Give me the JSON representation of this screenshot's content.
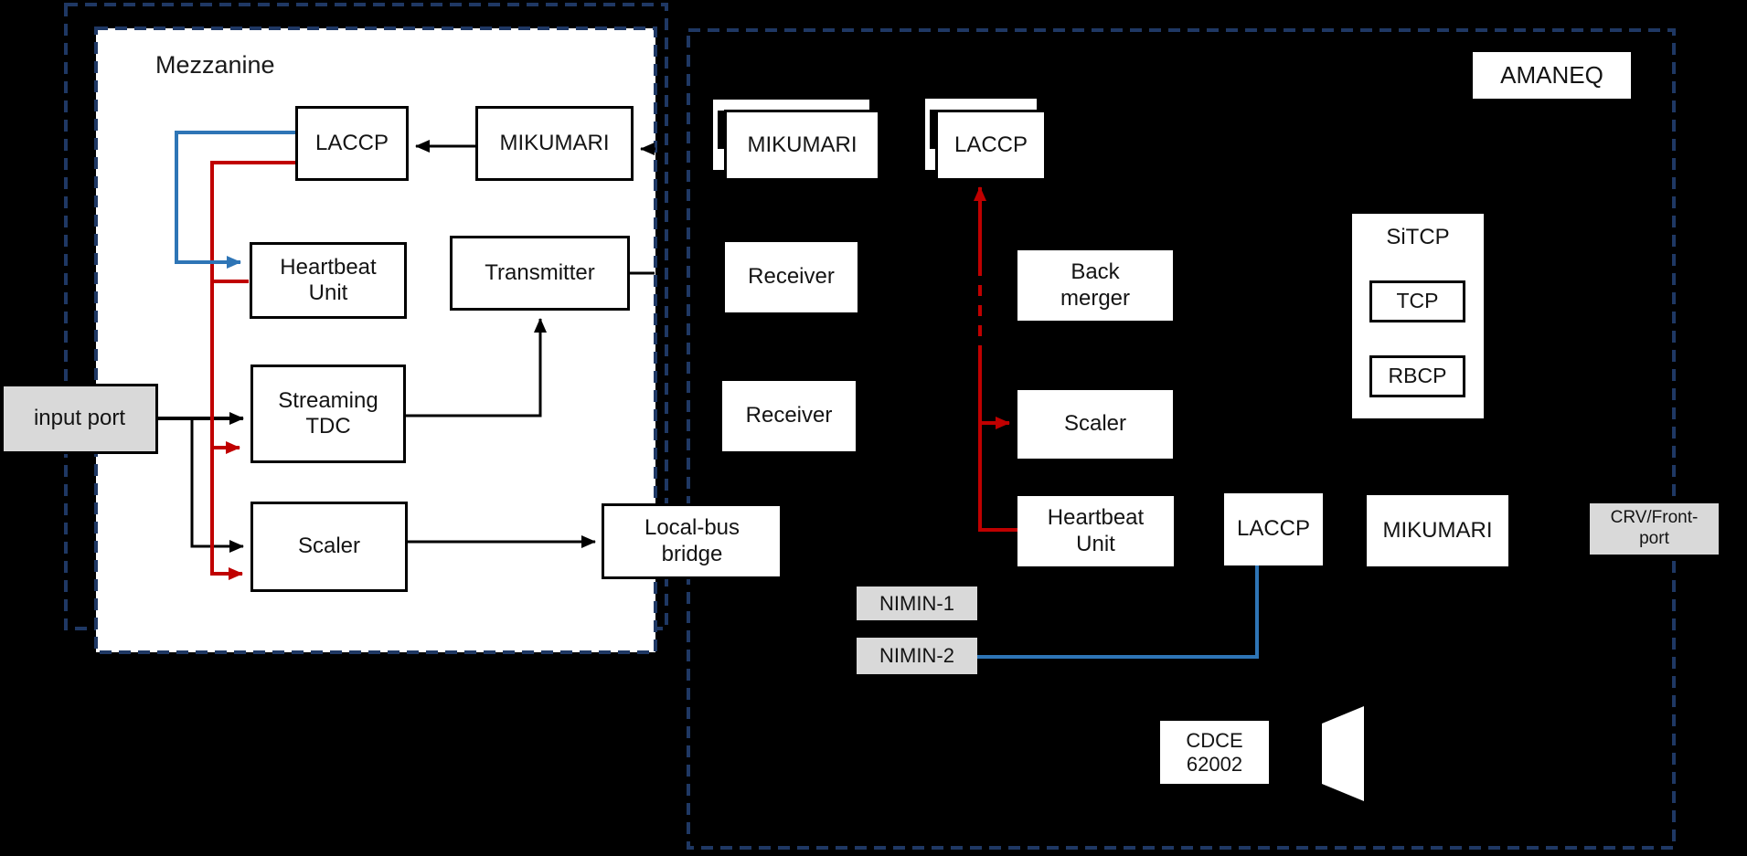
{
  "diagram_title": "Mezzanine / AMANEQ firmware block diagram",
  "panels": {
    "mezzanine": {
      "label": "Mezzanine"
    },
    "amaneq": {
      "label": "AMANEQ"
    }
  },
  "mezzanine_nodes": {
    "input_port": "input port",
    "laccp": "LACCP",
    "mikumari": "MIKUMARI",
    "heartbeat_unit": "Heartbeat\nUnit",
    "transmitter": "Transmitter",
    "streaming_tdc": "Streaming\nTDC",
    "scaler": "Scaler",
    "local_bus_bridge": "Local-bus\nbridge"
  },
  "amaneq_nodes": {
    "mikumari_stack": "MIKUMARI",
    "laccp_stack": "LACCP",
    "receiver_1": "Receiver",
    "receiver_2": "Receiver",
    "back_merger": "Back\nmerger",
    "scaler": "Scaler",
    "heartbeat_unit": "Heartbeat\nUnit",
    "laccp": "LACCP",
    "mikumari": "MIKUMARI",
    "sitcp": "SiTCP",
    "tcp": "TCP",
    "rbcp": "RBCP",
    "nimin_1": "NIMIN-1",
    "nimin_2": "NIMIN-2",
    "cdce": "CDCE\n62002",
    "crv_front_port": "CRV/Front-\nport"
  },
  "colors": {
    "background": "#000000",
    "panel_dash": "#1f3864",
    "signal_red": "#c00000",
    "signal_blue": "#2e75b6",
    "port_gray": "#d9d9d9",
    "box_fill": "#ffffff",
    "line_black": "#000000"
  }
}
